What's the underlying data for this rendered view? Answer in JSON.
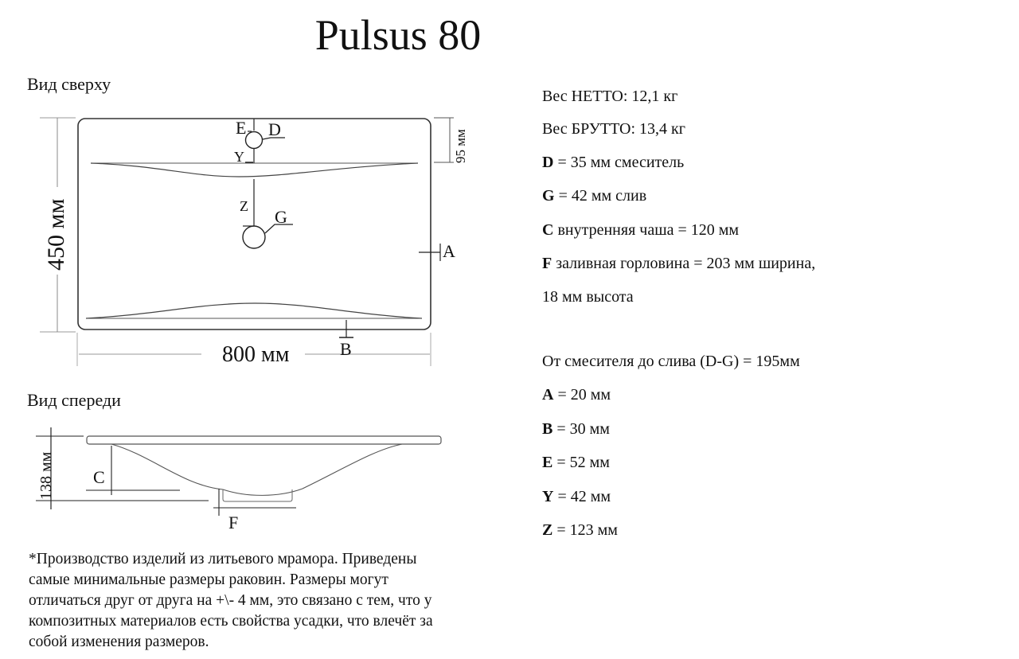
{
  "title": "Pulsus 80",
  "top_view": {
    "label": "Вид сверху",
    "width_dim": "800 мм",
    "height_dim": "450 мм",
    "depth_offset_dim": "95 мм",
    "markers": {
      "E": "E",
      "D": "D",
      "Y": "Y",
      "Z": "Z",
      "G": "G",
      "A": "A",
      "B": "B"
    }
  },
  "front_view": {
    "label": "Вид спереди",
    "height_dim": "138 мм",
    "markers": {
      "C": "C",
      "F": "F"
    }
  },
  "specs": {
    "group1": [
      {
        "key": "",
        "text": "Вес НЕТТО: 12,1 кг"
      },
      {
        "key": "",
        "text": "Вес БРУТТО: 13,4 кг"
      },
      {
        "key": "D",
        "text": " = 35 мм смеситель"
      },
      {
        "key": "G",
        "text": " = 42 мм слив"
      },
      {
        "key": "C",
        "text": " внутренняя чаша = 120 мм"
      },
      {
        "key": "F",
        "text": " заливная горловина = 203 мм ширина,"
      },
      {
        "key": "",
        "text": "18 мм высота"
      }
    ],
    "group2": [
      {
        "key": "",
        "text": "От смесителя до слива (D-G) = 195мм"
      },
      {
        "key": "A",
        "text": " = 20 мм"
      },
      {
        "key": "B",
        "text": " = 30 мм"
      },
      {
        "key": "E",
        "text": " = 52 мм"
      },
      {
        "key": "Y",
        "text": " = 42 мм"
      },
      {
        "key": "Z",
        "text": " = 123 мм"
      }
    ]
  },
  "note": [
    "*Производство изделий из литьевого мрамора. Приведены",
    "самые минимальные размеры раковин. Размеры могут",
    "отличаться друг от друга на +\\- 4 мм, это связано с тем, что у",
    "композитных материалов есть свойства усадки, что влечёт за",
    "собой изменения размеров."
  ]
}
